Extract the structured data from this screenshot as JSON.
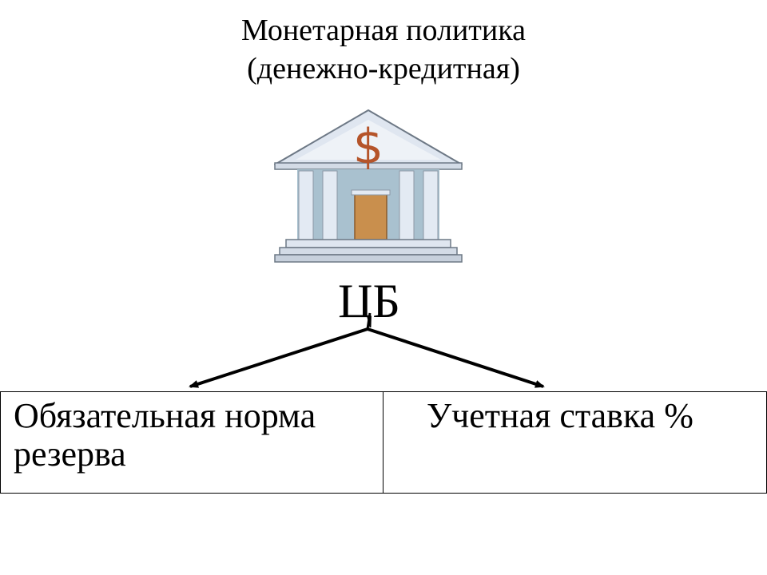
{
  "title": {
    "line1": "Монетарная политика",
    "line2": "(денежно-кредитная)"
  },
  "bank_icon": {
    "name": "bank-building-icon",
    "symbol": "$",
    "colors": {
      "roof": "#dfe6f0",
      "columns": "#e3eaf3",
      "column_gaps": "#a9c1cf",
      "door": "#c98f4d",
      "symbol": "#b5542a",
      "outline": "#6d7885"
    }
  },
  "central_bank_label": "ЦБ",
  "tools": {
    "left": "Обязательная норма резерва",
    "right": "Учетная ставка %"
  }
}
